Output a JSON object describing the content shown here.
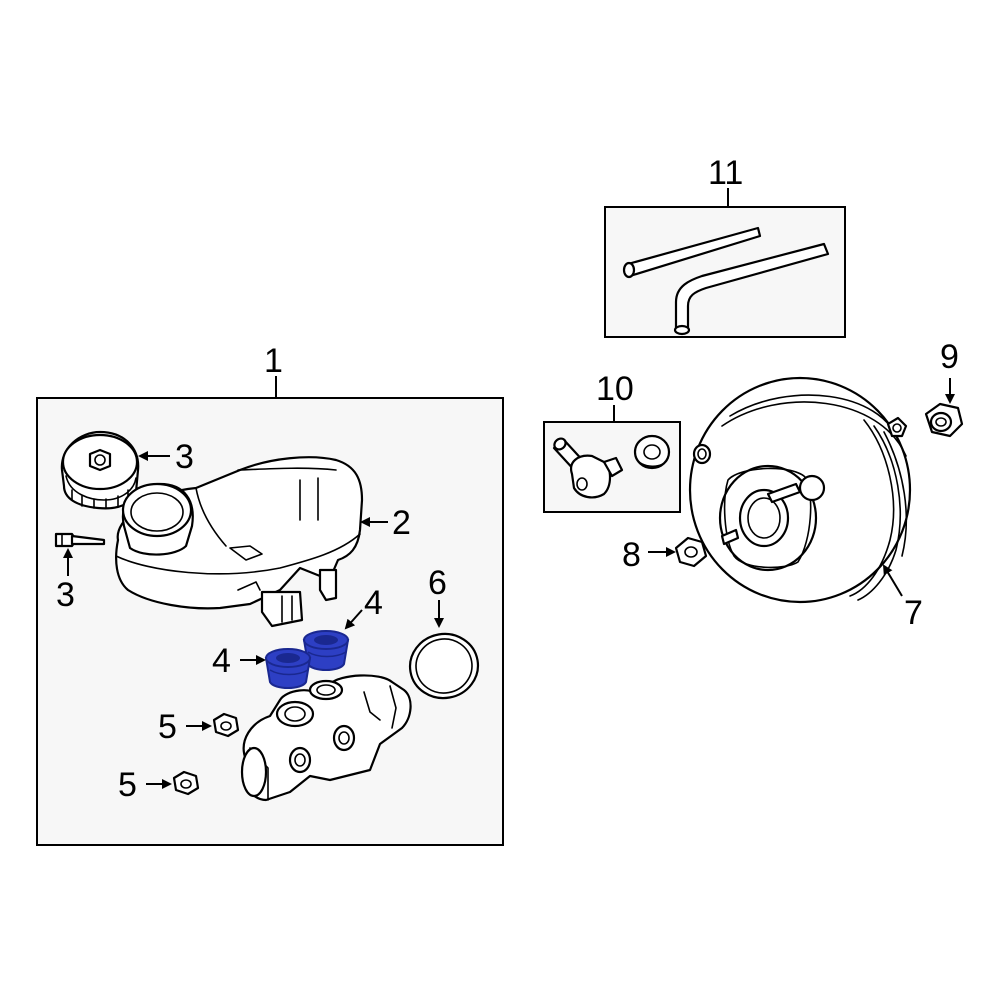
{
  "colors": {
    "highlight": "#2d3fc4",
    "highlight_dark": "#1a2890",
    "box_fill": "#f7f7f7"
  },
  "callouts": {
    "c1": "1",
    "c2": "2",
    "c3a": "3",
    "c3b": "3",
    "c4a": "4",
    "c4b": "4",
    "c5a": "5",
    "c5b": "5",
    "c6": "6",
    "c7": "7",
    "c8": "8",
    "c9": "9",
    "c10": "10",
    "c11": "11"
  }
}
